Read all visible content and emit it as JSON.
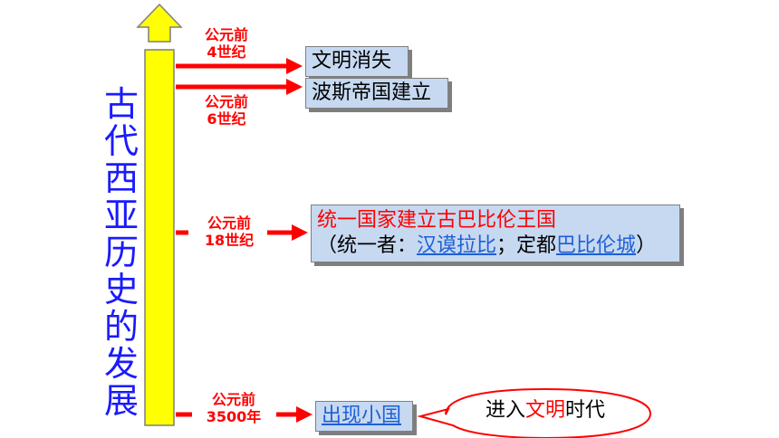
{
  "title": "古代西亚历史的发展",
  "colors": {
    "axis": "#ffff00",
    "arrow": "#ff0000",
    "title": "#1a1aff",
    "box": "#c6d9f1",
    "link": "#1f5fd6"
  },
  "events": [
    {
      "date_line1": "公元前",
      "date_line2": "4世纪",
      "text": "文明消失"
    },
    {
      "date_line1": "公元前",
      "date_line2": "6世纪",
      "text": "波斯帝国建立"
    },
    {
      "date_line1": "公元前",
      "date_line2": "18世纪",
      "line1": "统一国家建立古巴比伦王国",
      "line2_prefix": "（统一者：",
      "line2_link1": "汉谟拉比",
      "line2_mid": "；定都",
      "line2_link2": "巴比伦城",
      "line2_suffix": "）"
    },
    {
      "date_line1": "公元前",
      "date_line2": "3500年",
      "text": "出现小国"
    }
  ],
  "bubble": {
    "part1": "进入",
    "part2": "文明",
    "part3": "时代"
  }
}
